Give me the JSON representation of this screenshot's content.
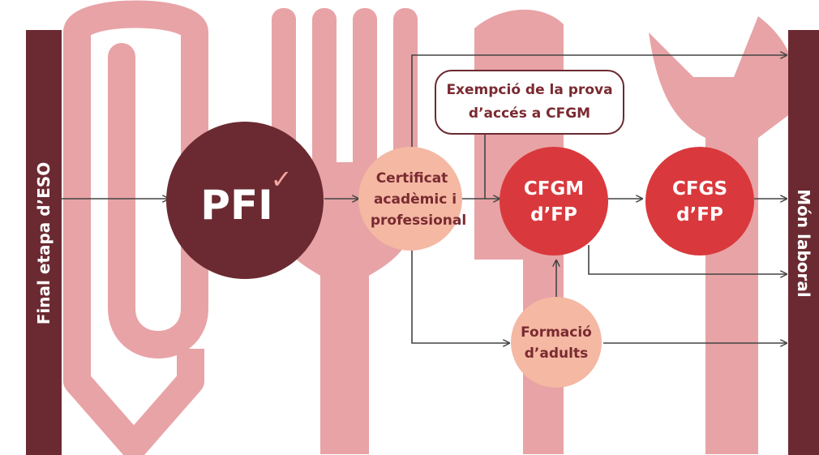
{
  "colors": {
    "background": "#ffffff",
    "shape": "#e8a3a6",
    "dark": "#6b2a31",
    "red": "#d9393d",
    "light": "#f4b8a3",
    "arrow": "#444444",
    "text_dark": "#7a2a31",
    "text_light": "#ffffff"
  },
  "left_bar": {
    "label": "Final etapa d’ESO"
  },
  "right_bar": {
    "label": "Món laboral"
  },
  "nodes": {
    "pfi": {
      "label": "PFI",
      "check": "✓"
    },
    "certificat": {
      "line1": "Certificat",
      "line2": "acadèmic i",
      "line3": "professional"
    },
    "cfgm": {
      "line1": "CFGM",
      "line2": "d’FP"
    },
    "cfgs": {
      "line1": "CFGS",
      "line2": "d’FP"
    },
    "formacio": {
      "line1": "Formació",
      "line2": "d’adults"
    }
  },
  "exempcio_box": {
    "line1": "Exempció de la prova",
    "line2": "d’accés a CFGM"
  },
  "background_icons": [
    "paperclip-icon",
    "fork-icon",
    "knife-icon",
    "wrench-icon"
  ]
}
